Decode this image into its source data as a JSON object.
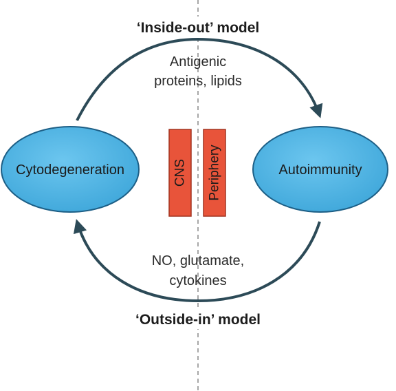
{
  "top": {
    "title": "‘Inside-out’ model",
    "label_line1": "Antigenic",
    "label_line2": "proteins, lipids"
  },
  "bottom": {
    "title": "‘Outside-in’ model",
    "label_line1": "NO, glutamate,",
    "label_line2": "cytokines"
  },
  "nodes": {
    "left": "Cytodegeneration",
    "right": "Autoimmunity"
  },
  "compartments": {
    "left": "CNS",
    "right": "Periphery"
  },
  "colors": {
    "ellipse_fill": "#4db3e3",
    "ellipse_stroke": "#1d5f86",
    "box_fill": "#e8543a",
    "box_stroke": "#a33420",
    "arrow": "#2c4a57",
    "divider": "#8a8a8a"
  }
}
